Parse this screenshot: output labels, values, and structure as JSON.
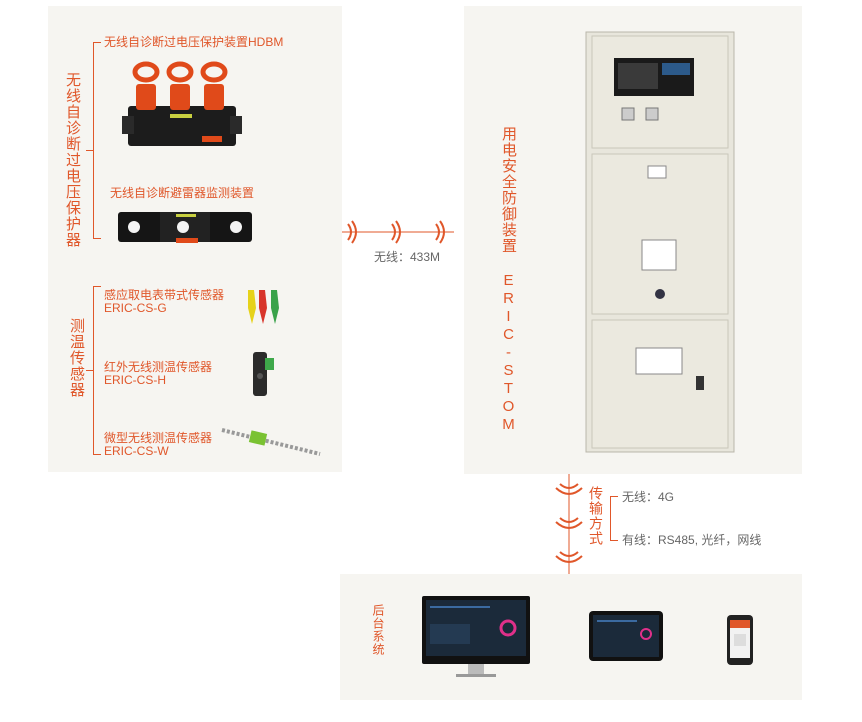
{
  "colors": {
    "accent": "#e0572a",
    "panel": "#f6f5f1",
    "text_gray": "#777777"
  },
  "left_panel": {
    "group1": {
      "title": "无线自诊断过电压保护器",
      "items": [
        {
          "label": "无线自诊断过电压保护装置HDBM",
          "icon": "surge-protector-device"
        },
        {
          "label": "无线自诊断避雷器监测装置",
          "icon": "arrester-monitor-device"
        }
      ]
    },
    "group2": {
      "title": "测温传感器",
      "items": [
        {
          "name": "感应取电表带式传感器",
          "model": "ERIC-CS-G",
          "icon": "clip-sensor"
        },
        {
          "name": "红外无线测温传感器",
          "model": "ERIC-CS-H",
          "icon": "infrared-sensor"
        },
        {
          "name": "微型无线测温传感器",
          "model": "ERIC-CS-W",
          "icon": "micro-sensor"
        }
      ]
    }
  },
  "wireless_link": {
    "label": "无线：433M"
  },
  "cabinet": {
    "title": "用电安全防御装置 ERIC-STOM",
    "icon": "switchgear-cabinet"
  },
  "transmission": {
    "title": "传输方式",
    "wireless": "无线：4G",
    "wired": "有线：RS485, 光纤，网线"
  },
  "backend": {
    "title": "后台系统",
    "devices": [
      {
        "icon": "desktop-monitor-icon"
      },
      {
        "icon": "tablet-icon"
      },
      {
        "icon": "phone-icon"
      }
    ]
  }
}
